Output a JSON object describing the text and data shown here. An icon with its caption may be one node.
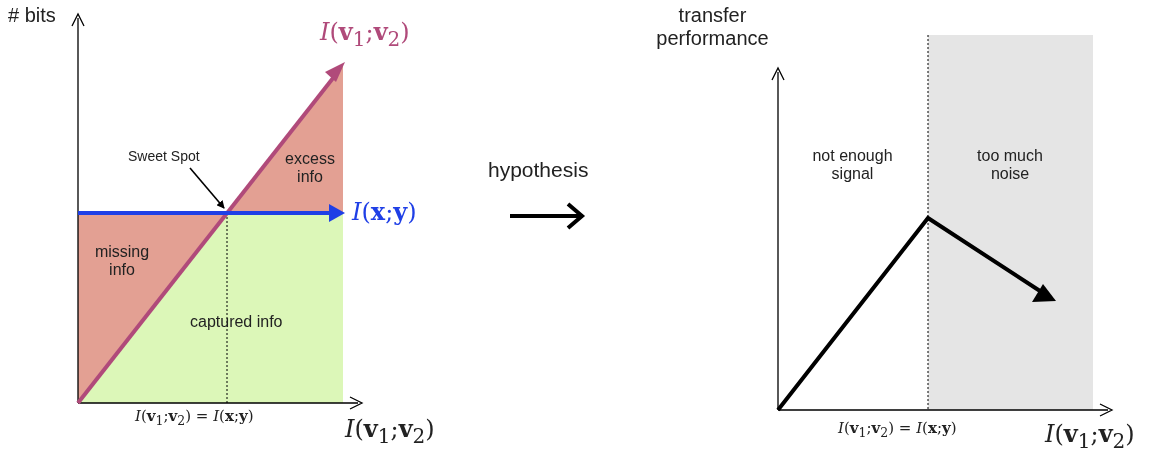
{
  "diagram": {
    "nodes": [
      {
        "text": [
          "Sweet Spot"
        ],
        "in": 1
      },
      {
        "text": [],
        "shape": "picture"
      }
    ],
    "edges": [
      {
        "from": 0,
        "to": 1,
        "arrow": "to"
      }
    ],
    "labels": [
      "# bits",
      "*I*(**v**$_{1}$;**v**$_{2}$)",
      "excess info",
      "*I*(**x**;**y**)",
      "missing info",
      "captured info",
      "*I*(**v**$_{1}$;**v**$_{2}$) = *I*(**x**;**y**)",
      "*I*(**v**$_{1}$;**v**$_{2}$)",
      "hypothesis",
      "transfer performance",
      "not enough signal",
      "too much noise",
      "*I*(**v**$_{1}$;**v**$_{2}$) = *I*(**x**;**y**)",
      "*I*(**v**$_{1}$;**v**$_{2}$)"
    ]
  }
}
